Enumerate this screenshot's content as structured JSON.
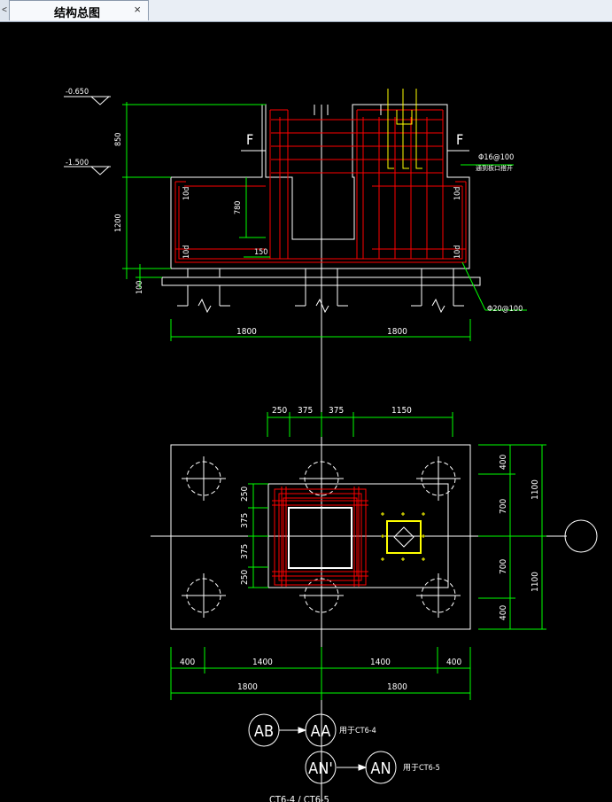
{
  "window": {
    "tab_title": "结构总图",
    "left_arrow": "<",
    "close_glyph": "×"
  },
  "elevation": {
    "level_top": "-0.650",
    "level_mid": "-1.500",
    "dim_upper": "850",
    "dim_lower": "1200",
    "dim_base": "100",
    "section_mark_left": "F",
    "section_mark_right": "F",
    "rebar_a": "Φ16@100",
    "rebar_a_note": "通到板口搭开",
    "rebar_b": "Φ20@100",
    "dim_inner_780": "780",
    "dim_inner_150": "150",
    "label_10d_1": "10d",
    "label_10d_2": "10d",
    "label_10d_3": "10d",
    "label_10d_4": "10d",
    "dim_bottom_left": "1800",
    "dim_bottom_right": "1800"
  },
  "plan": {
    "top_dims": [
      "250",
      "375",
      "375",
      "1150"
    ],
    "left_dims": [
      "250",
      "375",
      "375",
      "250"
    ],
    "right_dims_inner": [
      "400",
      "700",
      "700",
      "400"
    ],
    "right_dims_outer": [
      "1100",
      "1100"
    ],
    "bottom_dims_inner": [
      "400",
      "1400",
      "1400",
      "400"
    ],
    "bottom_dims_outer": [
      "1800",
      "1800"
    ]
  },
  "callouts": {
    "ab": "AB",
    "aa": "AA",
    "aa_ref": "用于CT6-4",
    "an_prime": "AN'",
    "an": "AN",
    "an_ref": "用于CT6-5",
    "bottom_caption": "CT6-4 / CT6-5"
  },
  "colors": {
    "background": "#000000",
    "white": "#ffffff",
    "green": "#00ff00",
    "red": "#ff0000",
    "yellow": "#ffff00"
  }
}
